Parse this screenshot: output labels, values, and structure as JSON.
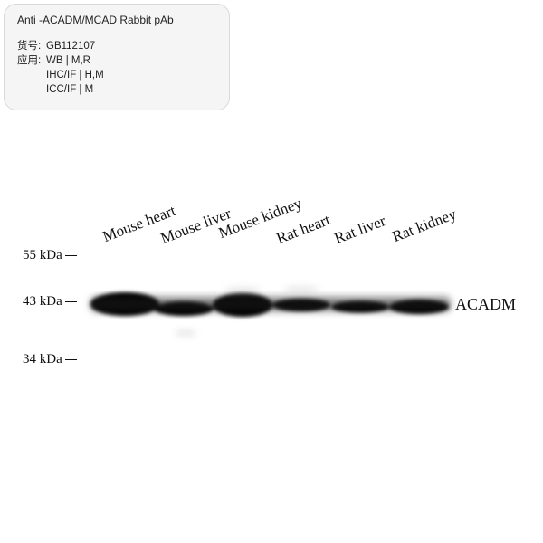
{
  "info": {
    "title": "Anti -ACADM/MCAD Rabbit pAb",
    "rows": [
      {
        "key": "货号:",
        "value": "GB112107"
      },
      {
        "key": "应用:",
        "value": "WB | M,R"
      },
      {
        "key": "",
        "value": "IHC/IF | H,M"
      },
      {
        "key": "",
        "value": "ICC/IF | M"
      }
    ]
  },
  "lanes": [
    "Mouse heart",
    "Mouse liver",
    "Mouse kidney",
    "Rat heart",
    "Rat liver",
    "Rat kidney"
  ],
  "markers": [
    "55 kDa",
    "43 kDa",
    "34 kDa"
  ],
  "band_label": "ACADM"
}
